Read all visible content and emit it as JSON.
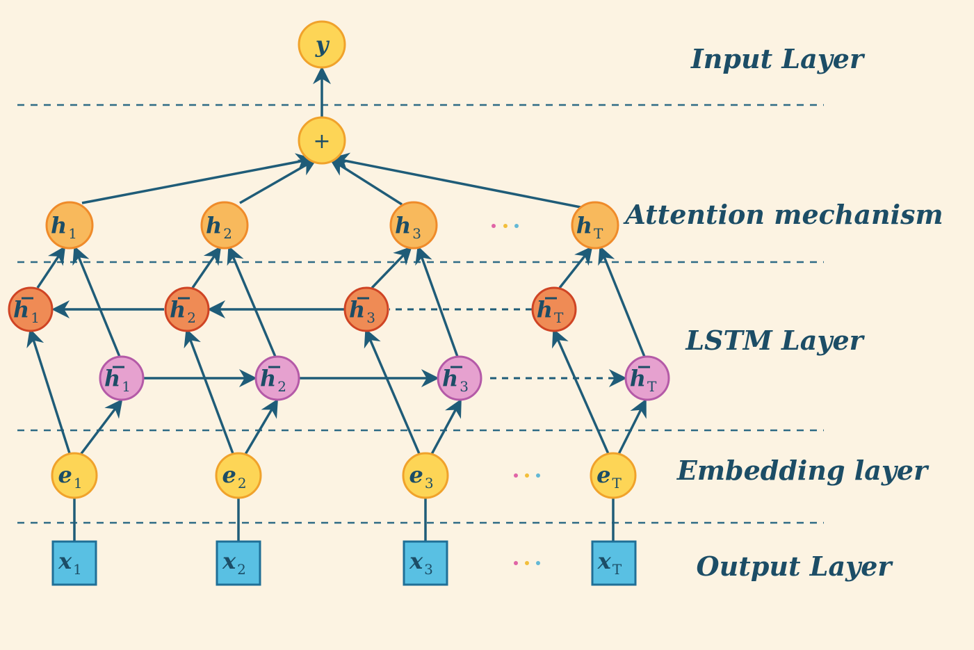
{
  "layers": {
    "input": "Input Layer",
    "attention": "Attention mechanism",
    "lstm": "LSTM Layer",
    "embedding": "Embedding layer",
    "output": "Output Layer"
  },
  "nodes": {
    "y": "y",
    "sum": "+",
    "hidden": [
      {
        "var": "h",
        "sub": "1"
      },
      {
        "var": "h",
        "sub": "2"
      },
      {
        "var": "h",
        "sub": "3"
      },
      {
        "var": "h",
        "sub": "T"
      }
    ],
    "backward": [
      {
        "var": "h",
        "sub": "1"
      },
      {
        "var": "h",
        "sub": "2"
      },
      {
        "var": "h",
        "sub": "3"
      },
      {
        "var": "h",
        "sub": "T"
      }
    ],
    "forward": [
      {
        "var": "h",
        "sub": "1"
      },
      {
        "var": "h",
        "sub": "2"
      },
      {
        "var": "h",
        "sub": "3"
      },
      {
        "var": "h",
        "sub": "T"
      }
    ],
    "embeddings": [
      {
        "var": "e",
        "sub": "1"
      },
      {
        "var": "e",
        "sub": "2"
      },
      {
        "var": "e",
        "sub": "3"
      },
      {
        "var": "e",
        "sub": "T"
      }
    ],
    "inputs": [
      {
        "var": "x",
        "sub": "1"
      },
      {
        "var": "x",
        "sub": "2"
      },
      {
        "var": "x",
        "sub": "3"
      },
      {
        "var": "x",
        "sub": "T"
      }
    ]
  },
  "colors": {
    "background": "#fcf3e2",
    "yellow_node": "#fdd556",
    "yellow_stroke": "#f0a22b",
    "orange_node": "#f8b95c",
    "orange_stroke": "#ef8b2a",
    "backward_node": "#ef8b55",
    "backward_stroke": "#cf4424",
    "forward_node": "#e6a1cf",
    "forward_stroke": "#b45aa7",
    "input_box": "#59c0e3",
    "input_stroke": "#1f6f97",
    "edge": "#1f5c78",
    "text": "#1c4d66",
    "dot_pink": "#e064a6",
    "dot_yellow": "#f2be3b",
    "dot_blue": "#63b8d5"
  }
}
